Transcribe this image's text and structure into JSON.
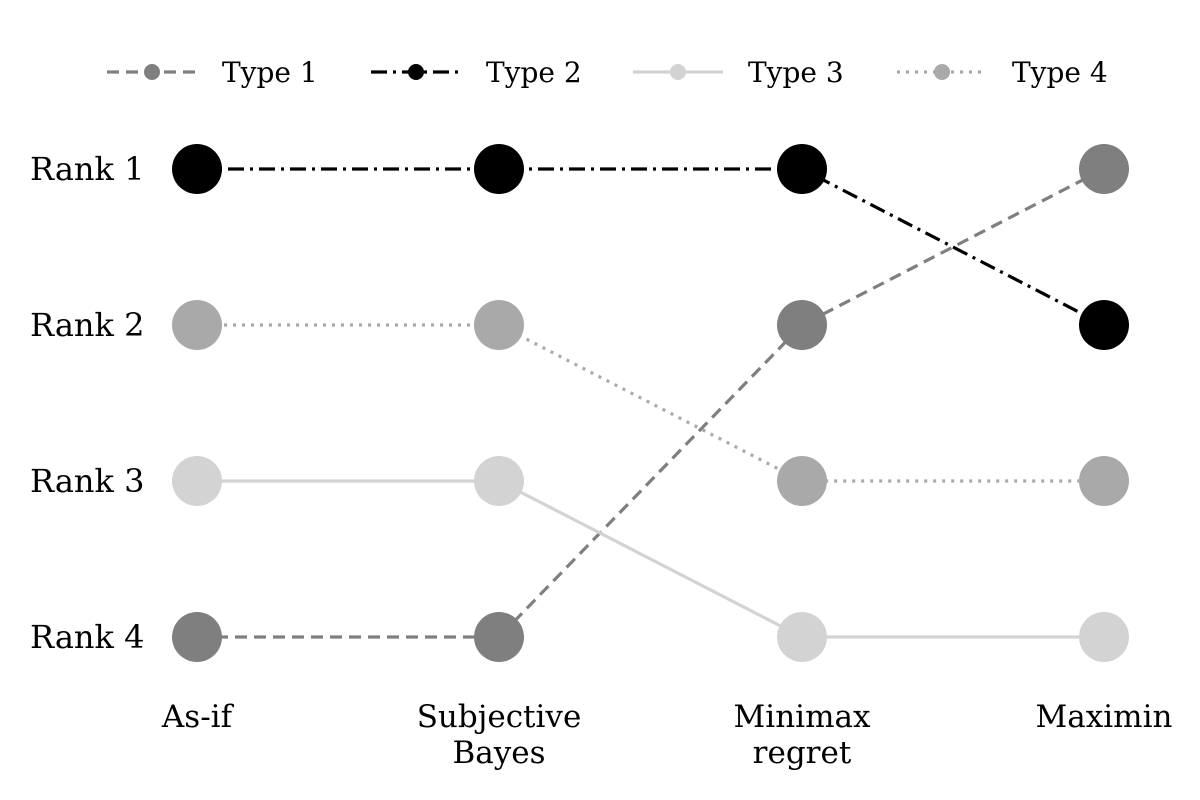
{
  "chart_data": {
    "type": "line",
    "title": "",
    "xlabel": "",
    "ylabel": "",
    "categories": [
      [
        "As-if"
      ],
      [
        "Subjective",
        "Bayes"
      ],
      [
        "Minimax",
        "regret"
      ],
      [
        "Maximin"
      ]
    ],
    "rank_labels": [
      "Rank 1",
      "Rank 2",
      "Rank 3",
      "Rank 4"
    ],
    "ylim": [
      1,
      4
    ],
    "y_inverted": true,
    "grid": false,
    "legend_position": "top",
    "series": [
      {
        "name": "Type 1",
        "values": [
          4,
          4,
          2,
          1
        ],
        "color": "#7f7f7f",
        "line_style": "dashed"
      },
      {
        "name": "Type 2",
        "values": [
          1,
          1,
          1,
          2
        ],
        "color": "#000000",
        "line_style": "dashdot"
      },
      {
        "name": "Type 3",
        "values": [
          3,
          3,
          4,
          4
        ],
        "color": "#d3d3d3",
        "line_style": "solid"
      },
      {
        "name": "Type 4",
        "values": [
          2,
          2,
          3,
          3
        ],
        "color": "#a9a9a9",
        "line_style": "dotted"
      }
    ]
  }
}
